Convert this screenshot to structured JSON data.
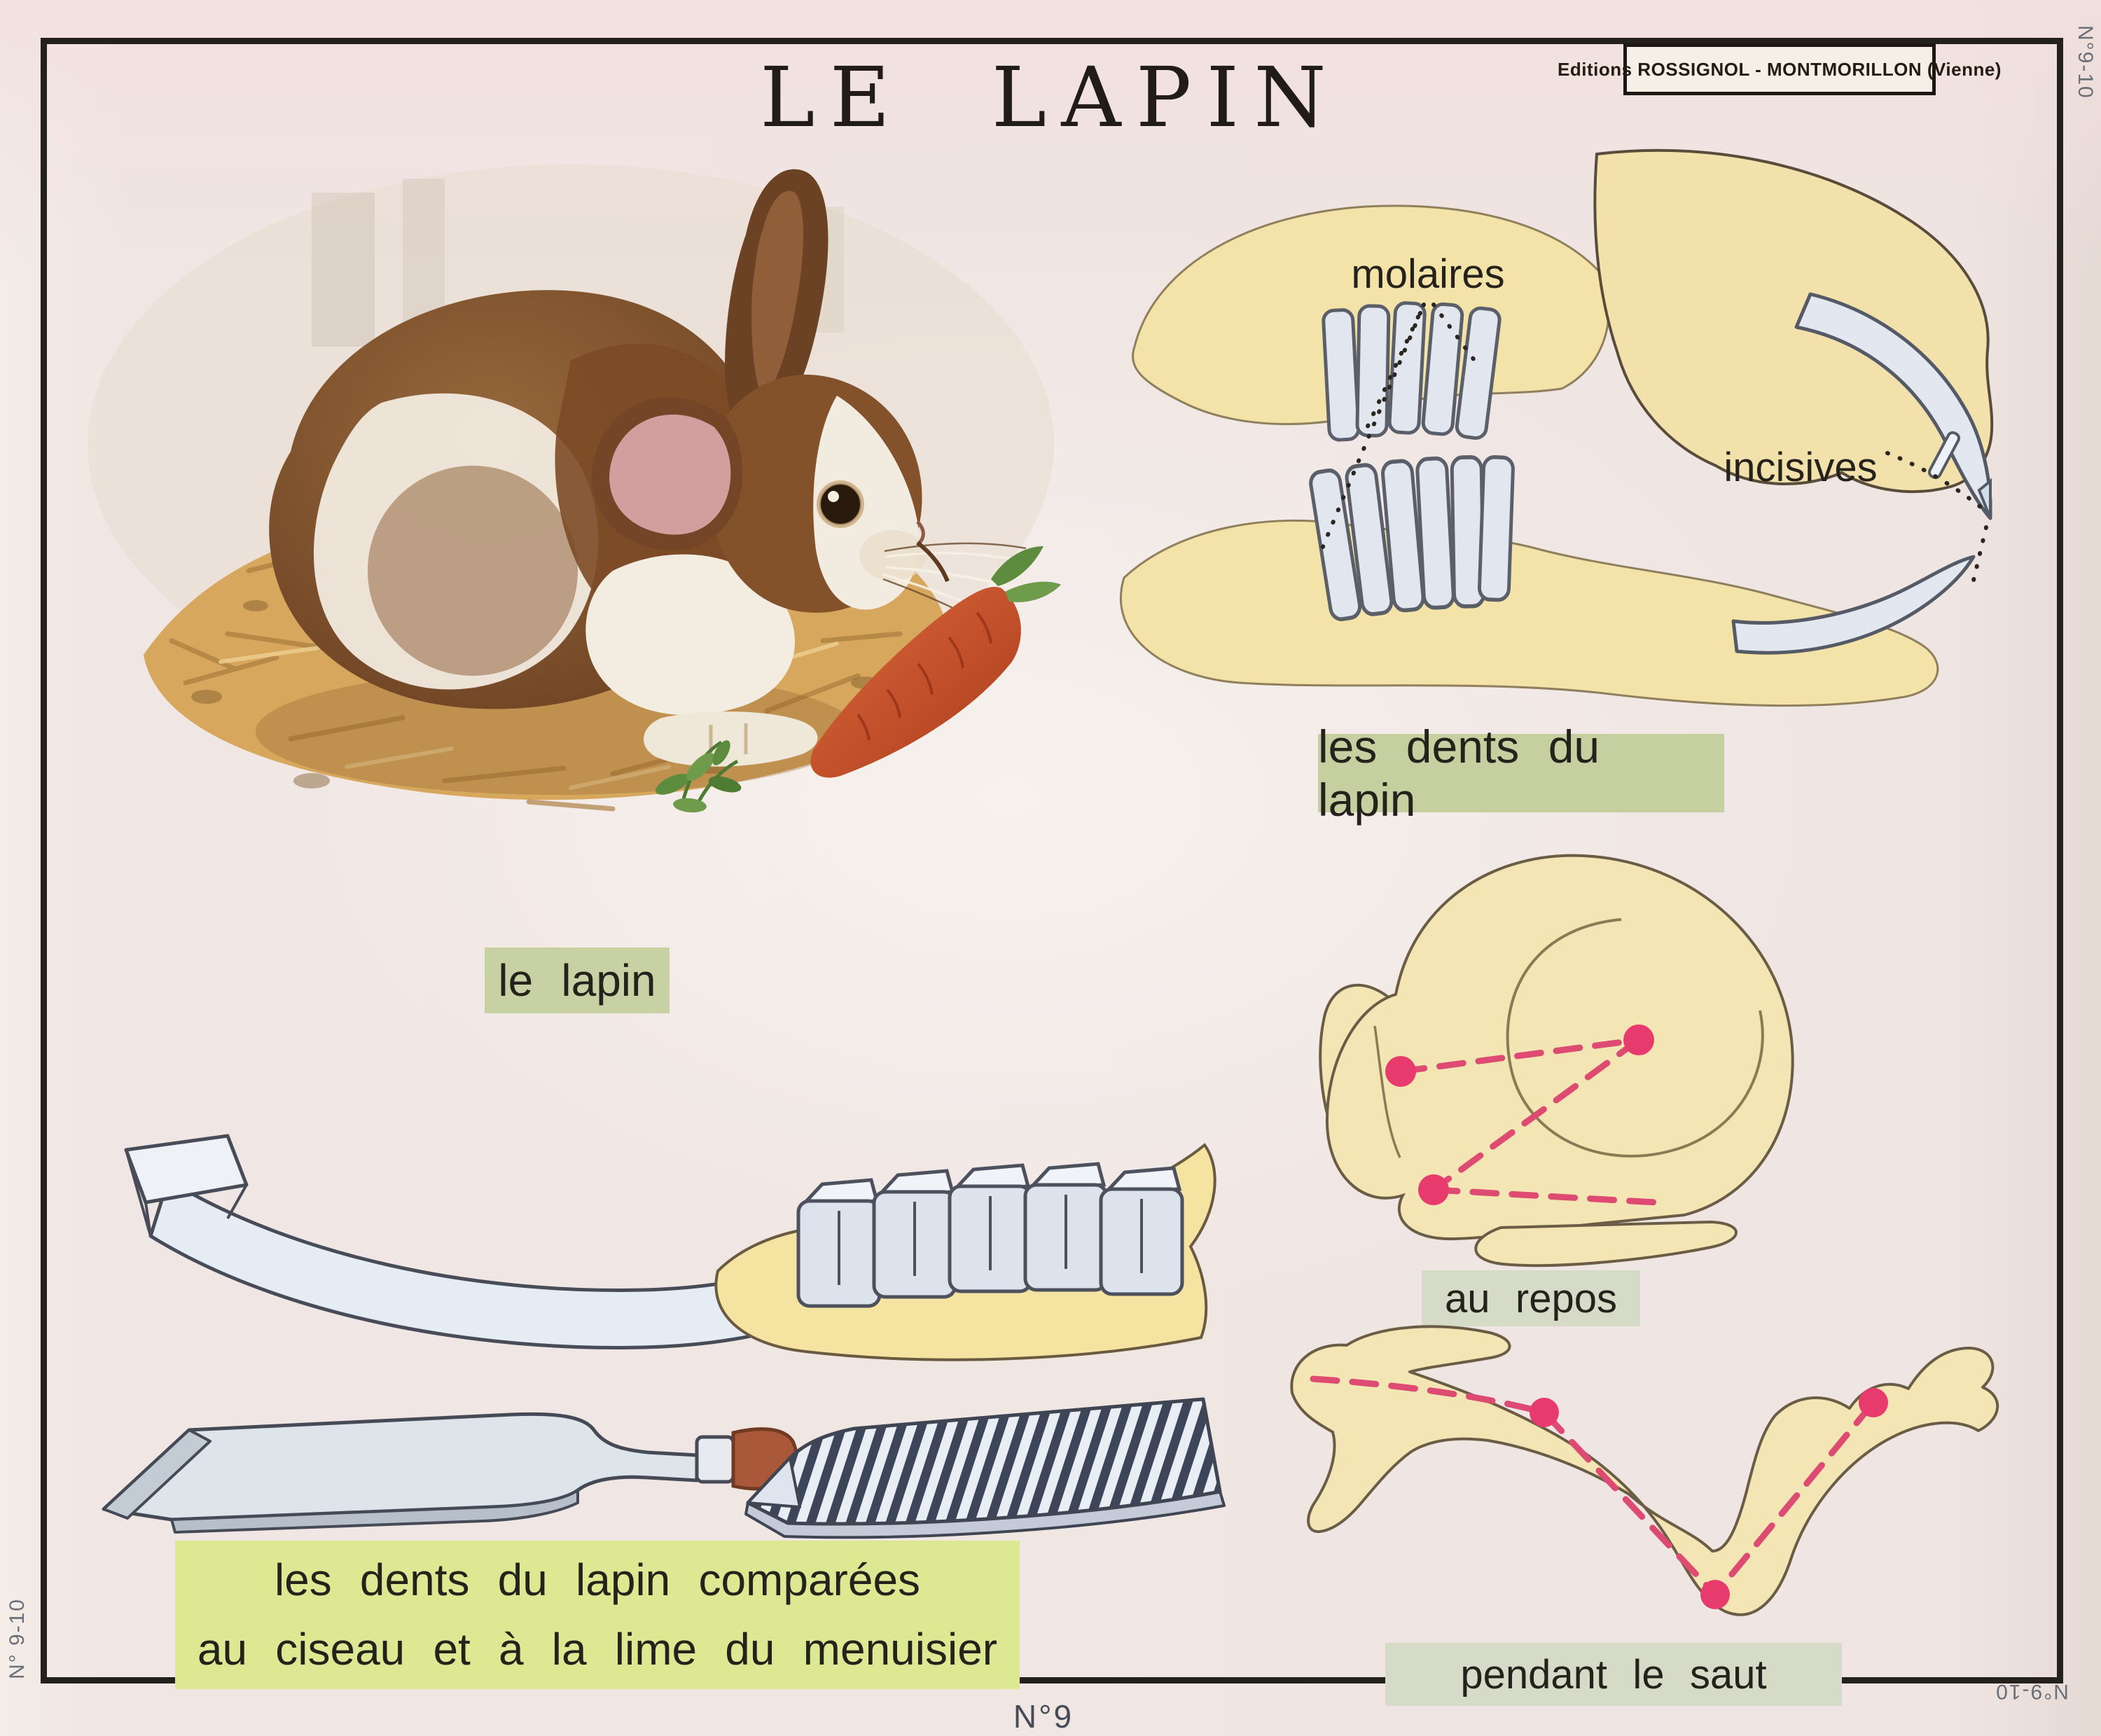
{
  "poster": {
    "title": "LE LAPIN",
    "publisher_stamp": "Editions ROSSIGNOL - MONTMORILLON (Vienne)",
    "plate_number": "N°9",
    "edge_marks": {
      "right_top": "N°9-10",
      "left_bottom": "N° 9-10",
      "bottom_right": "N°9-10"
    }
  },
  "sections": {
    "main_illustration": {
      "caption": "le lapin"
    },
    "teeth_diagram": {
      "label_molars": "molaires",
      "label_incisors": "incisives",
      "caption": "les dents du lapin"
    },
    "tools_comparison": {
      "caption_line1": "les dents du lapin comparées",
      "caption_line2": "au ciseau et à la lime du menuisier"
    },
    "postures": {
      "caption_rest": "au repos",
      "caption_jump": "pendant le saut"
    }
  },
  "colors": {
    "paper": "#efe6e2",
    "frame": "#24211c",
    "band_green": "#c6d0a2",
    "band_yellow_green": "#dde893",
    "band_grey_green": "#d6dbc7",
    "jaw_yellow": "#f4e3a6",
    "silhouette_yellow": "#f4e6b4",
    "tooth_grey_blue": "#e2e6ee",
    "accent_pink": "#e73a6d",
    "carrot_red": "#c8502d",
    "rabbit_brown": "#83522c"
  }
}
